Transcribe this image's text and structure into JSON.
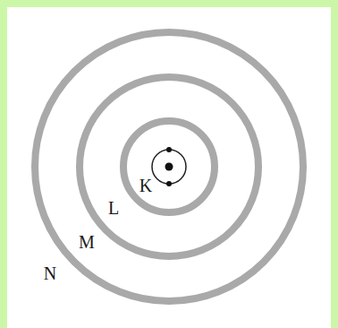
{
  "diagram": {
    "labels": [
      "K",
      "L",
      "M",
      "N"
    ]
  }
}
